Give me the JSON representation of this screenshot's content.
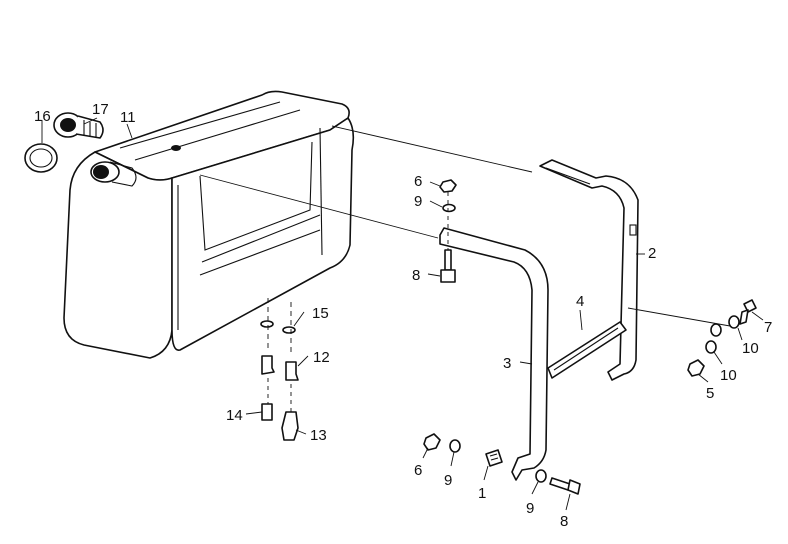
{
  "diagram": {
    "type": "exploded-parts-drawing",
    "callouts": {
      "c1": "1",
      "c2": "2",
      "c3": "3",
      "c4": "4",
      "c5": "5",
      "c6a": "6",
      "c6b": "6",
      "c7": "7",
      "c8a": "8",
      "c8b": "8",
      "c9a": "9",
      "c9b": "9",
      "c9c": "9",
      "c10a": "10",
      "c10b": "10",
      "c11": "11",
      "c12": "12",
      "c13": "13",
      "c14": "14",
      "c15": "15",
      "c16": "16",
      "c17": "17"
    }
  }
}
